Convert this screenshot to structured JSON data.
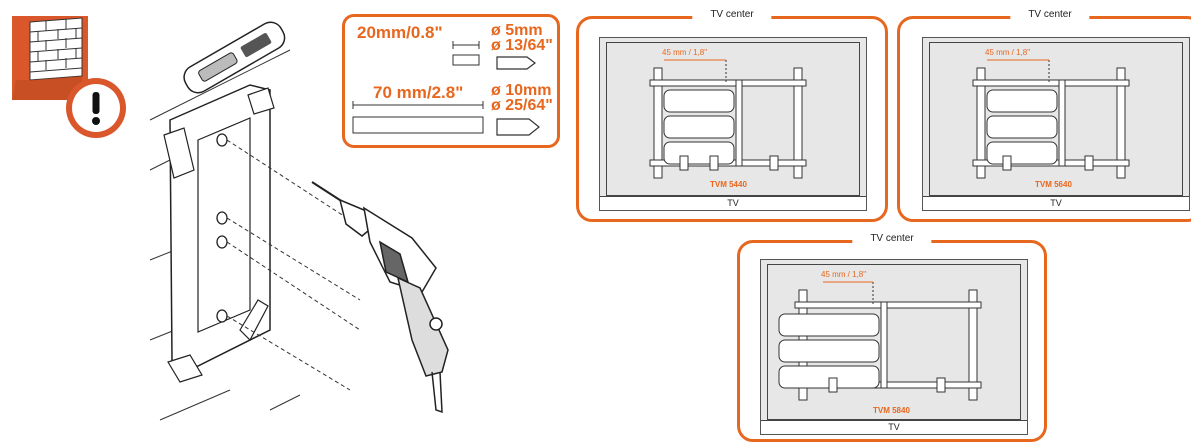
{
  "drill_specs": {
    "small_depth": "20mm/0.8\"",
    "small_diameter_metric": "ø 5mm",
    "small_diameter_imperial": "ø 13/64\"",
    "large_depth": "70 mm/2.8\"",
    "large_diameter_metric": "ø 10mm",
    "large_diameter_imperial": "ø 25/64\""
  },
  "panels": [
    {
      "title": "TV center",
      "distance": "45 mm / 1,8\"",
      "model": "TVM 5440",
      "tv_label": "TV"
    },
    {
      "title": "TV center",
      "distance": "45 mm / 1,8\"",
      "model": "TVM 5640",
      "tv_label": "TV"
    },
    {
      "title": "TV center",
      "distance": "45 mm / 1,8\"",
      "model": "TVM 5840",
      "tv_label": "TV"
    }
  ],
  "icons": {
    "brick": "brick-wall-icon",
    "warning": "warning-icon",
    "drill": "drill-icon",
    "drill_bit": "drill-bit-icon"
  },
  "colors": {
    "accent": "#e8671e",
    "warning_bg": "#d9572b",
    "brick": "#d9572b"
  }
}
